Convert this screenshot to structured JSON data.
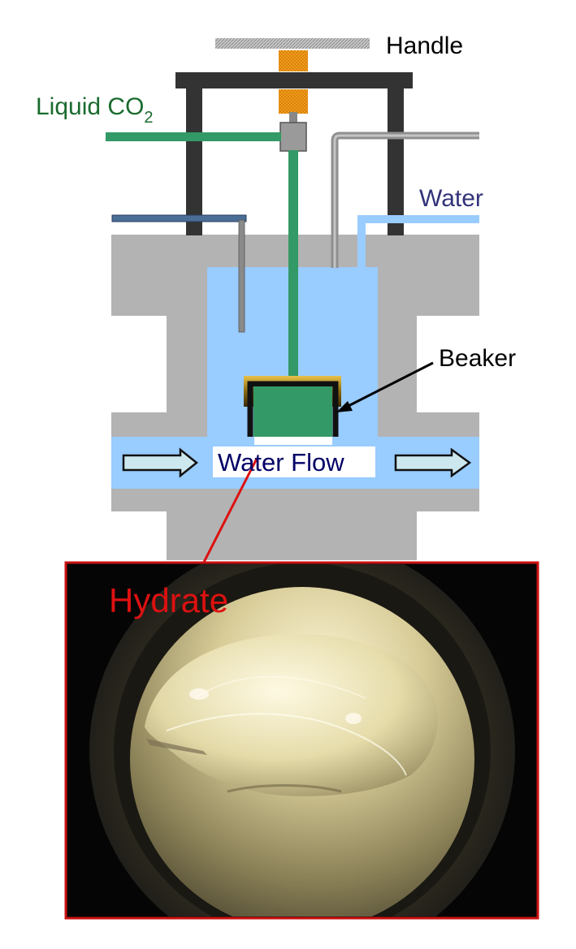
{
  "labels": {
    "handle": "Handle",
    "liquid_co2_main": "Liquid CO",
    "liquid_co2_sub": "2",
    "water": "Water",
    "beaker": "Beaker",
    "water_flow": "Water Flow",
    "hydrate": "Hydrate"
  },
  "colors": {
    "vessel_gray": "#b3b3b3",
    "water_blue": "#99ccff",
    "co2_green": "#339966",
    "frame_dark": "#333333",
    "handle_orange": "#ff9900",
    "beaker_gold": "#c9a227",
    "label_green": "#1a6b2e",
    "label_water_blue": "#33337a",
    "hydrate_red": "#dd1111",
    "arrow_fill": "#cce8ee",
    "text_navy": "#000066"
  }
}
